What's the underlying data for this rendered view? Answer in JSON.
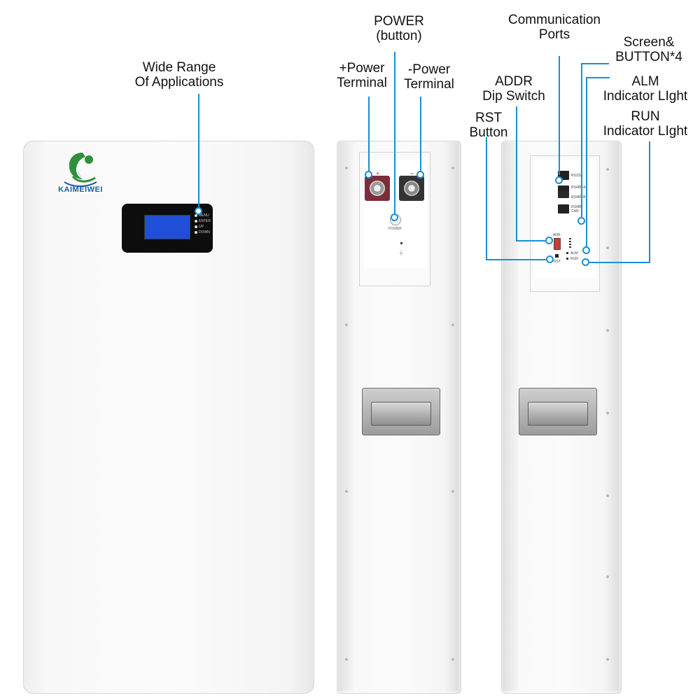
{
  "front_unit": {
    "brand": "KAIMEIWEI",
    "buttons": [
      "MENU",
      "ENTER",
      "UP",
      "DOWN"
    ]
  },
  "side_unit_power": {
    "power_label": "POWER",
    "plus_sign": "+",
    "minus_sign": "−"
  },
  "side_unit_comm": {
    "ports": [
      "RS232",
      "RS485-A",
      "RS485-B",
      "RS485 CAN"
    ],
    "addr_label": "ADR",
    "alm_label": "ALM",
    "run_label": "RUN",
    "rst_label": "RST"
  },
  "callouts": {
    "wide_range": [
      "Wide Range",
      "Of Applications"
    ],
    "power_button": [
      "POWER",
      "(button)"
    ],
    "plus_terminal": [
      "+Power",
      "Terminal"
    ],
    "minus_terminal": [
      "-Power",
      "Terminal"
    ],
    "comm_ports": [
      "Communication",
      "Ports"
    ],
    "screen_buttons": [
      "Screen&",
      "BUTTON*4"
    ],
    "addr": [
      "ADDR",
      "Dip Switch"
    ],
    "alm": [
      "ALM",
      "Indicator LIght"
    ],
    "rst": [
      "RST",
      "Button"
    ],
    "run": [
      "RUN",
      "Indicator LIght"
    ]
  },
  "colors": {
    "leader_line": "#1a8fd0",
    "logo_green": "#2f8f3a",
    "logo_blue": "#1f5fa8",
    "display_blue": "#1f4fd6"
  }
}
